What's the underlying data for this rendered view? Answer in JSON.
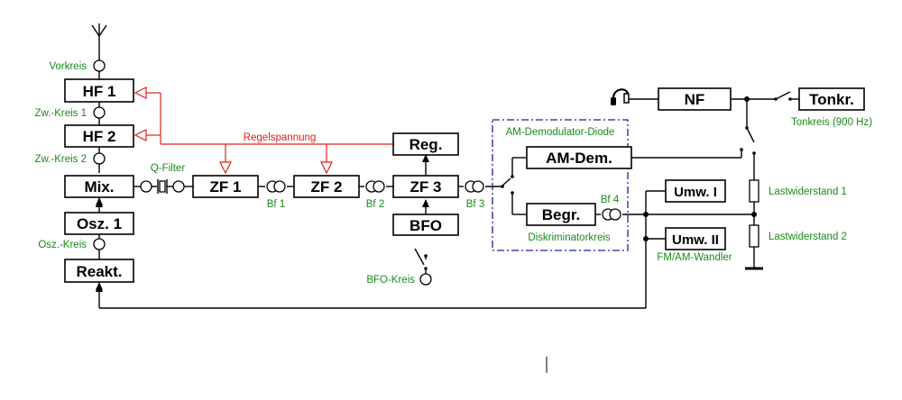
{
  "colors": {
    "line": "#000000",
    "label": "#1a8a1a",
    "control": "#e0201b",
    "frame": "#1f1f9a"
  },
  "blocks": {
    "hf1": "HF 1",
    "hf2": "HF 2",
    "mix": "Mix.",
    "osz1": "Osz. 1",
    "reakt": "Reakt.",
    "zf1": "ZF 1",
    "zf2": "ZF 2",
    "zf3": "ZF 3",
    "reg": "Reg.",
    "bfo": "BFO",
    "amdem": "AM-Dem.",
    "begr": "Begr.",
    "umw1": "Umw. I",
    "umw2": "Umw. II",
    "nf": "NF",
    "tonkr": "Tonkr."
  },
  "labels": {
    "vorkreis": "Vorkreis",
    "zw_kreis_1": "Zw.-Kreis 1",
    "zw_kreis_2": "Zw.-Kreis 2",
    "osz_kreis": "Osz.-Kreis",
    "q_filter": "Q-Filter",
    "regelspannung": "Regelspannung",
    "bf1": "Bf 1",
    "bf2": "Bf 2",
    "bf3": "Bf 3",
    "bf4": "Bf 4",
    "bfo_kreis": "BFO-Kreis",
    "am_demodulator_diode": "AM-Demodulator-Diode",
    "diskriminatorkreis": "Diskriminatorkreis",
    "fm_am_wandler": "FM/AM-Wandler",
    "tonkreis": "Tonkreis (900 Hz)",
    "lastwiderstand_1": "Lastwiderstand 1",
    "lastwiderstand_2": "Lastwiderstand 2"
  },
  "icons": {
    "antenna": "antenna-icon",
    "headphones": "headphones-icon",
    "ground": "ground-icon"
  }
}
